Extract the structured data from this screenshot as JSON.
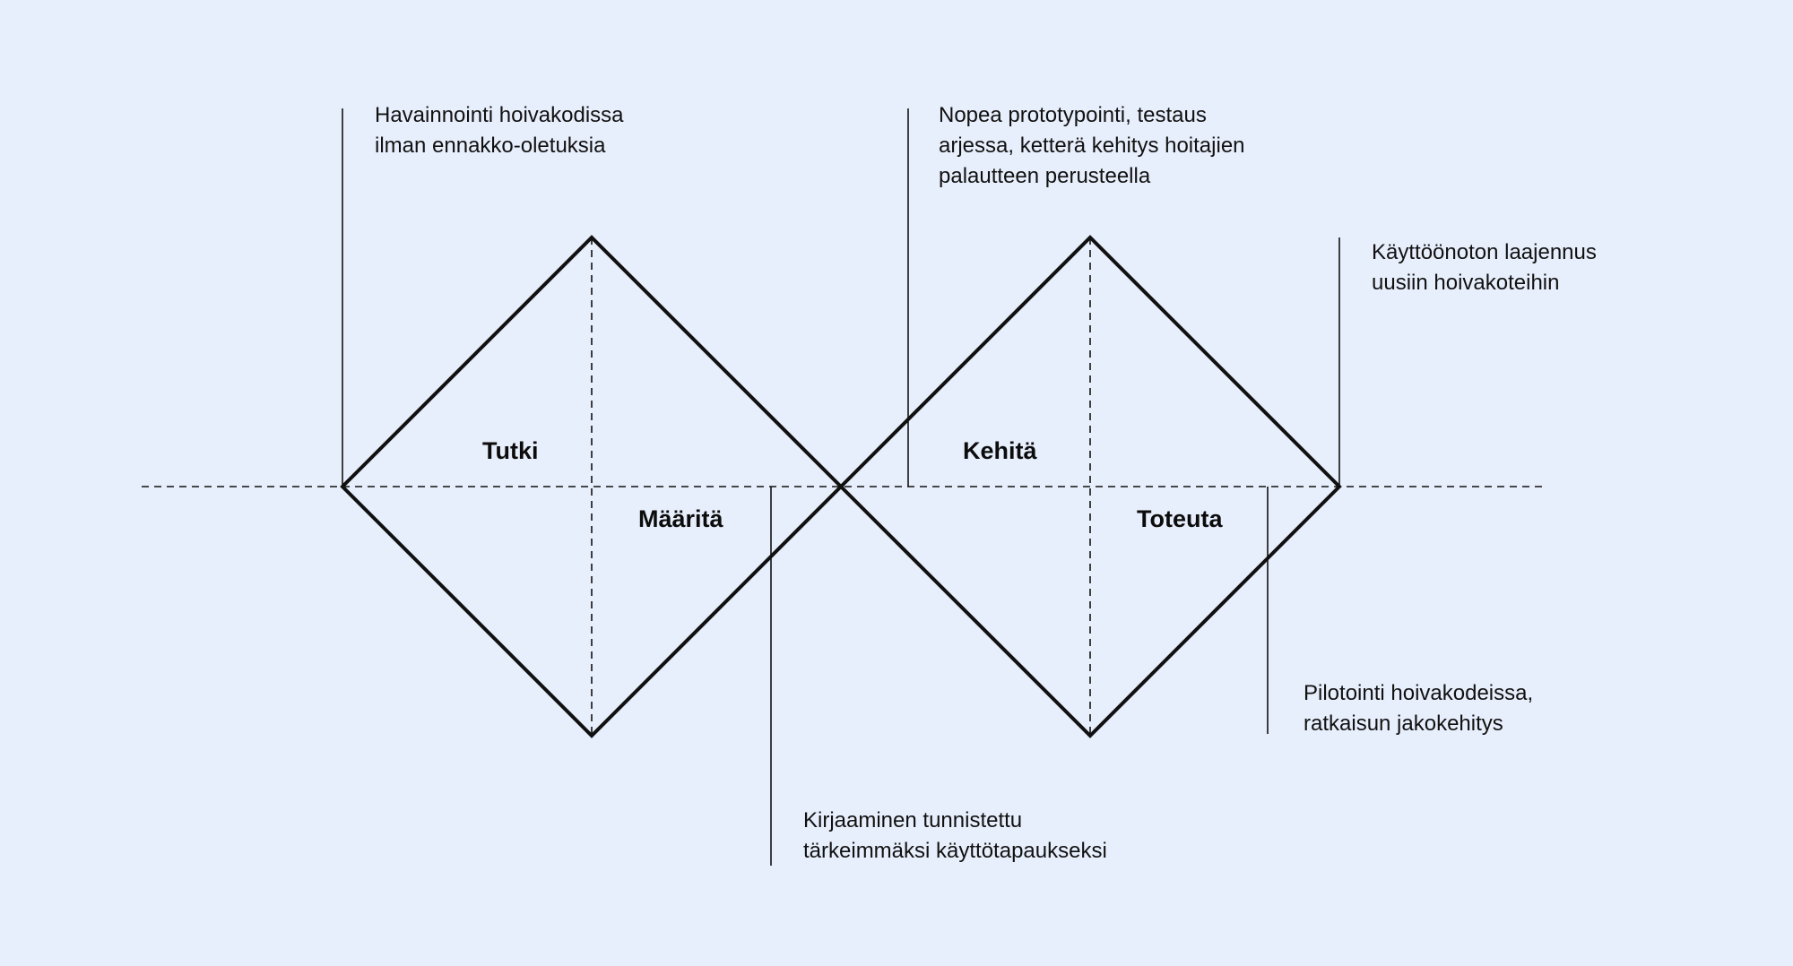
{
  "colors": {
    "background": "#e8effc",
    "stroke": "#111111"
  },
  "phases": {
    "discover": "Tutki",
    "define": "Määritä",
    "develop": "Kehitä",
    "deliver": "Toteuta"
  },
  "annotations": {
    "observation": {
      "line1": "Havainnointi hoivakodissa",
      "line2": "ilman ennakko-oletuksia"
    },
    "documentation": {
      "line1": "Kirjaaminen tunnistettu",
      "line2": "tärkeimmäksi käyttötapaukseksi"
    },
    "prototyping": {
      "line1": "Nopea prototypointi, testaus",
      "line2": "arjessa, ketterä kehitys hoitajien",
      "line3": "palautteen perusteella"
    },
    "piloting": {
      "line1": "Pilotointi hoivakodeissa,",
      "line2": "ratkaisun jakokehitys"
    },
    "rollout": {
      "line1": "Käyttöönoton laajennus",
      "line2": "uusiin hoivakoteihin"
    }
  }
}
